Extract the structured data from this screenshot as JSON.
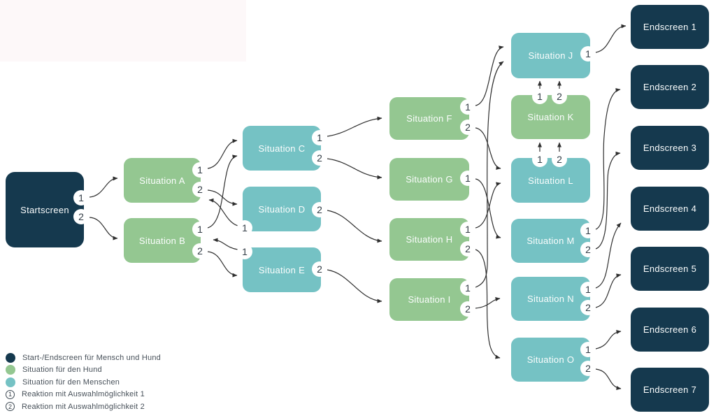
{
  "diagram": {
    "colors": {
      "start_end_box": "#15394e",
      "dog_box": "#94c791",
      "human_box": "#75c2c4",
      "edge_line": "#2f2f2f",
      "port_number": "#333d46",
      "box_text": "#fbfdfd"
    },
    "nodes": {
      "start": {
        "label": "Startscreen",
        "type": "start-end",
        "choices": [
          "1",
          "2"
        ]
      },
      "a": {
        "label": "Situation A",
        "type": "dog",
        "choices": [
          "1",
          "2"
        ]
      },
      "b": {
        "label": "Situation B",
        "type": "dog",
        "choices": [
          "1",
          "2"
        ]
      },
      "c": {
        "label": "Situation C",
        "type": "human",
        "choices": [
          "1",
          "2"
        ]
      },
      "d": {
        "label": "Situation D",
        "type": "human",
        "choices": [
          "1",
          "2"
        ]
      },
      "e": {
        "label": "Situation E",
        "type": "human",
        "choices": [
          "1",
          "2"
        ]
      },
      "f": {
        "label": "Situation F",
        "type": "dog",
        "choices": [
          "1",
          "2"
        ]
      },
      "g": {
        "label": "Situation G",
        "type": "dog",
        "choices": [
          "1"
        ]
      },
      "h": {
        "label": "Situation H",
        "type": "dog",
        "choices": [
          "1",
          "2"
        ]
      },
      "i": {
        "label": "Situation I",
        "type": "dog",
        "choices": [
          "1",
          "2"
        ]
      },
      "j": {
        "label": "Situation J",
        "type": "human",
        "choices": [
          "1"
        ]
      },
      "k": {
        "label": "Situation K",
        "type": "dog",
        "choices": [
          "1",
          "2"
        ]
      },
      "l": {
        "label": "Situation L",
        "type": "human",
        "choices": [
          "1",
          "2"
        ]
      },
      "m": {
        "label": "Situation M",
        "type": "human",
        "choices": [
          "1",
          "2"
        ]
      },
      "n": {
        "label": "Situation N",
        "type": "human",
        "choices": [
          "1",
          "2"
        ]
      },
      "o": {
        "label": "Situation O",
        "type": "human",
        "choices": [
          "1",
          "2"
        ]
      },
      "end1": {
        "label": "Endscreen 1",
        "type": "start-end"
      },
      "end2": {
        "label": "Endscreen 2",
        "type": "start-end"
      },
      "end3": {
        "label": "Endscreen 3",
        "type": "start-end"
      },
      "end4": {
        "label": "Endscreen 4",
        "type": "start-end"
      },
      "end5": {
        "label": "Endscreen 5",
        "type": "start-end"
      },
      "end6": {
        "label": "Endscreen 6",
        "type": "start-end"
      },
      "end7": {
        "label": "Endscreen 7",
        "type": "start-end"
      }
    },
    "edges": [
      {
        "from": "start",
        "choice": "1",
        "to": "a"
      },
      {
        "from": "start",
        "choice": "2",
        "to": "b"
      },
      {
        "from": "a",
        "choice": "1",
        "to": "c"
      },
      {
        "from": "a",
        "choice": "2",
        "to": "d"
      },
      {
        "from": "b",
        "choice": "1",
        "to": "c"
      },
      {
        "from": "b",
        "choice": "2",
        "to": "e"
      },
      {
        "from": "d",
        "choice": "1",
        "to": "a"
      },
      {
        "from": "e",
        "choice": "1",
        "to": "b"
      },
      {
        "from": "c",
        "choice": "1",
        "to": "f"
      },
      {
        "from": "c",
        "choice": "2",
        "to": "g"
      },
      {
        "from": "d",
        "choice": "2",
        "to": "h"
      },
      {
        "from": "e",
        "choice": "2",
        "to": "i"
      },
      {
        "from": "f",
        "choice": "1",
        "to": "j"
      },
      {
        "from": "f",
        "choice": "2",
        "to": "l"
      },
      {
        "from": "g",
        "choice": "1",
        "to": "m"
      },
      {
        "from": "h",
        "choice": "1",
        "to": "l"
      },
      {
        "from": "h",
        "choice": "2",
        "to": "o"
      },
      {
        "from": "i",
        "choice": "1",
        "to": "j"
      },
      {
        "from": "i",
        "choice": "2",
        "to": "n"
      },
      {
        "from": "k",
        "choice": "1",
        "to": "j"
      },
      {
        "from": "k",
        "choice": "2",
        "to": "j"
      },
      {
        "from": "l",
        "choice": "1",
        "to": "k"
      },
      {
        "from": "l",
        "choice": "2",
        "to": "k"
      },
      {
        "from": "j",
        "choice": "1",
        "to": "end1"
      },
      {
        "from": "m",
        "choice": "1",
        "to": "end2"
      },
      {
        "from": "m",
        "choice": "2",
        "to": "end3"
      },
      {
        "from": "n",
        "choice": "1",
        "to": "end4"
      },
      {
        "from": "n",
        "choice": "2",
        "to": "end5"
      },
      {
        "from": "o",
        "choice": "1",
        "to": "end6"
      },
      {
        "from": "o",
        "choice": "2",
        "to": "end7"
      }
    ],
    "legend": {
      "items": [
        {
          "symbol": "start-end",
          "label": "Start-/Endscreen für Mensch und Hund"
        },
        {
          "symbol": "dog",
          "label": "Situation für den Hund"
        },
        {
          "symbol": "human",
          "label": "Situation für den Menschen"
        },
        {
          "symbol": "1",
          "label": "Reaktion mit Auswahlmöglichkeit 1"
        },
        {
          "symbol": "2",
          "label": "Reaktion mit Auswahlmöglichkeit 2"
        }
      ]
    }
  }
}
